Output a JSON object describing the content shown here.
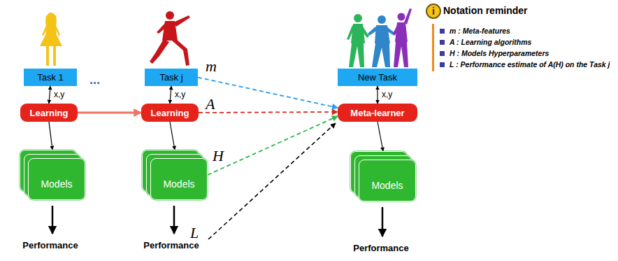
{
  "diagram": {
    "nodes": [
      {
        "text": [
          "Task 1"
        ]
      },
      {
        "text": [
          "Learning"
        ]
      },
      {
        "text": [
          "Models"
        ]
      },
      {
        "text": [
          "Task j"
        ]
      },
      {
        "text": [
          "Learning"
        ]
      },
      {
        "text": [
          "Models"
        ]
      },
      {
        "text": [
          "New Task"
        ]
      },
      {
        "text": [
          "Meta-learner"
        ]
      },
      {
        "text": [
          "Models"
        ]
      }
    ],
    "edges": [
      {
        "from": 0,
        "to": 1,
        "arrow": "both",
        "label": "x,y"
      },
      {
        "from": 1,
        "to": 2,
        "arrow": "to"
      },
      {
        "from": 1,
        "to": 4,
        "arrow": "to"
      },
      {
        "from": 3,
        "to": 4,
        "arrow": "both",
        "label": "x,y"
      },
      {
        "from": 4,
        "to": 5,
        "arrow": "to"
      },
      {
        "from": 3,
        "to": 7,
        "arrow": "to",
        "label": "m"
      },
      {
        "from": 4,
        "to": 7,
        "arrow": "to",
        "label": "A"
      },
      {
        "from": 5,
        "to": 7,
        "arrow": "to",
        "label": "H"
      },
      {
        "from": 6,
        "to": 7,
        "arrow": "both",
        "label": "x,y"
      },
      {
        "from": 7,
        "to": 8,
        "arrow": "to"
      }
    ],
    "labels": [
      "...",
      "Performance",
      "Performance",
      "L",
      "Performance",
      "i",
      "Notation reminder"
    ],
    "legend": [
      {
        "text": "m : Meta-features",
        "color": "#3b3ba0"
      },
      {
        "text": "A : Learning algorithms",
        "color": "#3b3ba0"
      },
      {
        "text": "H : Models Hyperparameters",
        "color": "#3b3ba0"
      },
      {
        "text": "L : Performance estimate of A(H) on the Task j",
        "color": "#3b3ba0"
      }
    ]
  }
}
